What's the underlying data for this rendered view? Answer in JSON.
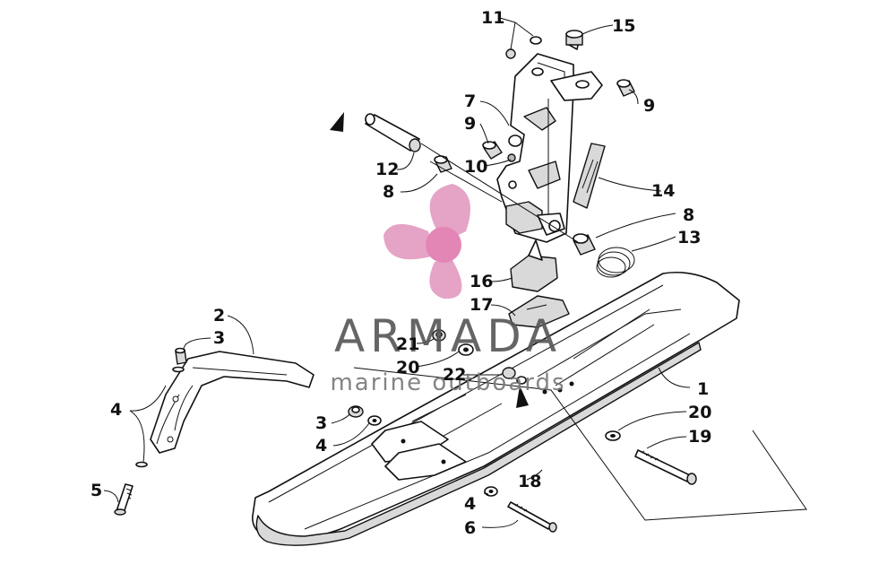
{
  "watermark": {
    "brand": "ARMADA",
    "tagline": "marine outboards",
    "logo_color": "#e39ac0",
    "logo_hub_color": "#e07aae",
    "text_color": "#555555"
  },
  "labels": {
    "p1": "1",
    "p2": "2",
    "p3a": "3",
    "p3b": "3",
    "p4a": "4",
    "p4b": "4",
    "p4c": "4",
    "p5": "5",
    "p6": "6",
    "p7": "7",
    "p8a": "8",
    "p8b": "8",
    "p9a": "9",
    "p9b": "9",
    "p10": "10",
    "p11": "11",
    "p12": "12",
    "p13": "13",
    "p14": "14",
    "p15": "15",
    "p16": "16",
    "p17": "17",
    "p18": "18",
    "p19": "19",
    "p20a": "20",
    "p20b": "20",
    "p21": "21",
    "p22": "22"
  }
}
